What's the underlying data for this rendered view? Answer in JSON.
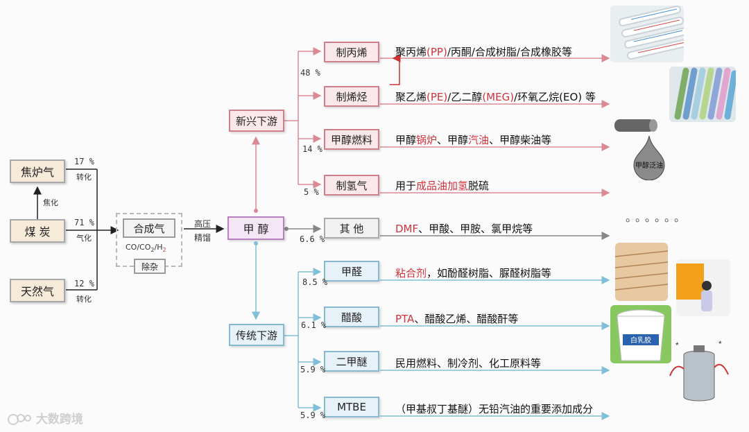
{
  "sources": {
    "coke_gas": "焦炉气",
    "coal": "煤 炭",
    "natural_gas": "天然气"
  },
  "coking_label": "焦化",
  "source_pct": {
    "coke_gas": "17 %",
    "coal": "71 %",
    "natural_gas": "12 %"
  },
  "source_process": {
    "coke_gas": "转化",
    "coal": "气化",
    "natural_gas": "转化"
  },
  "syngas": {
    "label": "合成气",
    "formula_co": "CO/CO",
    "formula_sub": "2",
    "formula_h": "/H",
    "formula_h_sub": "2",
    "purify": "除杂"
  },
  "process_label": {
    "line1": "高压",
    "line2": "精馏"
  },
  "methanol": "甲 醇",
  "emerging": "新兴下游",
  "traditional": "传统下游",
  "emerging_items": [
    {
      "label": "制丙烯",
      "pct": "48 %",
      "desc_parts": [
        "聚丙烯",
        "(PP)",
        "/丙酮/合成树脂/合成橡胶等"
      ]
    },
    {
      "label": "制烯烃",
      "pct": "",
      "desc_parts": [
        "聚乙烯",
        "(PE)",
        "/乙二醇",
        "(MEG)",
        "/环氧乙烷(EO) 等"
      ]
    },
    {
      "label": "甲醇燃料",
      "pct": "14 %",
      "desc_parts": [
        "甲醇",
        "锅炉",
        "、甲醇",
        "汽油",
        "、甲醇柴油等"
      ]
    },
    {
      "label": "制氢气",
      "pct": "5 %",
      "desc_parts": [
        "用于",
        "成品油加氢",
        "脱硫"
      ]
    }
  ],
  "other": {
    "label": "其 他",
    "pct": "6.6 %",
    "desc_parts": [
      "DMF",
      "、甲酸、甲胺、氯甲烷等"
    ]
  },
  "traditional_items": [
    {
      "label": "甲醛",
      "pct": "8.5 %",
      "desc_parts": [
        "粘合剂",
        "，如酚醛树脂、脲醛树脂等"
      ]
    },
    {
      "label": "醋酸",
      "pct": "6.1 %",
      "desc_parts": [
        "PTA",
        "、醋酸乙烯、醋酸酐等"
      ]
    },
    {
      "label": "二甲醚",
      "pct": "5.9 %",
      "desc_parts": [
        "民用燃料、制冷剂、化工原料等"
      ]
    },
    {
      "label": "MTBE",
      "pct": "5.9 %",
      "desc_parts": [
        "（甲基叔丁基醚）无铅汽油的重要添加成分"
      ]
    }
  ],
  "oil_drop_label": "甲醇泛油",
  "bucket_label": "白乳胶",
  "ellipsis": "。。。。。。",
  "watermark": "大数跨境",
  "colors": {
    "pink_line": "#d98a95",
    "blue_line": "#7fc0d8",
    "gray_line": "#777777",
    "highlight": "#d2323c"
  }
}
